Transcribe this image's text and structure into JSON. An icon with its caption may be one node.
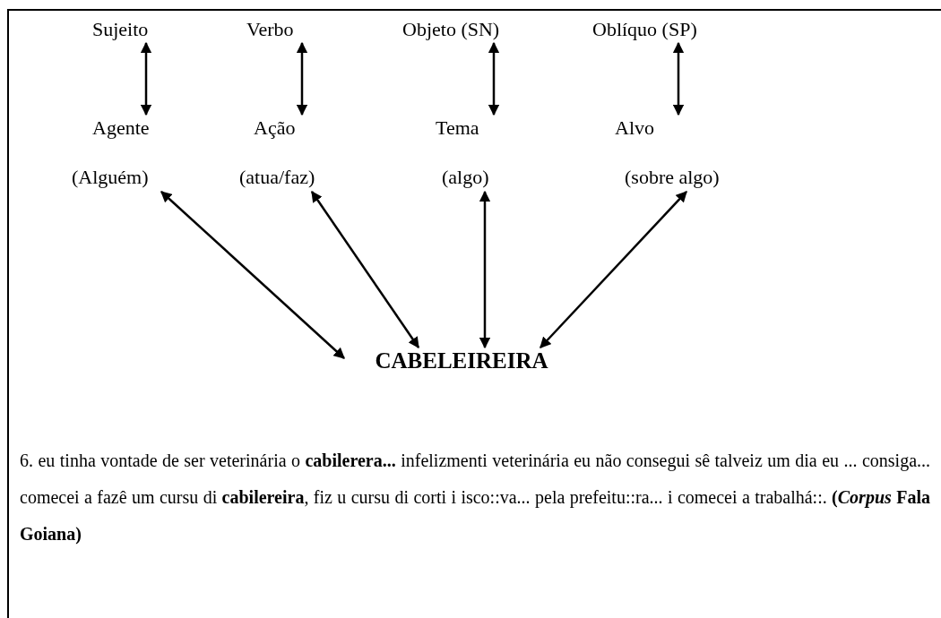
{
  "diagram": {
    "nodes": [
      {
        "text": [
          "Sujeito"
        ]
      },
      {
        "text": [
          "Verbo"
        ]
      },
      {
        "text": [
          "Objeto (SN)"
        ]
      },
      {
        "text": [
          "Oblíquo (SP)"
        ]
      },
      {
        "text": [
          "Agente",
          "(Alguém)"
        ]
      },
      {
        "text": [
          "Ação",
          "(atua/faz)"
        ]
      },
      {
        "text": [
          "Tema",
          "(algo)"
        ]
      },
      {
        "text": [
          "Alvo",
          "(sobre algo)"
        ]
      },
      {
        "text": [
          "CABELEIREIRA"
        ]
      }
    ],
    "edges": [
      {
        "from": 0,
        "to": 4,
        "arrow": "both"
      },
      {
        "from": 1,
        "to": 5,
        "arrow": "both"
      },
      {
        "from": 2,
        "to": 6,
        "arrow": "both"
      },
      {
        "from": 3,
        "to": 7,
        "arrow": "both"
      },
      {
        "from": 4,
        "to": 8,
        "arrow": "both"
      },
      {
        "from": 5,
        "to": 8,
        "arrow": "both"
      },
      {
        "from": 6,
        "to": 8,
        "arrow": "both"
      },
      {
        "from": 7,
        "to": 8,
        "arrow": "both"
      }
    ],
    "labels": [
      "6. eu tinha vontade de ser veterinária o **cabilerera...** infelizmenti veterinária eu não consegui sê talveiz um dia eu ... consiga... comecei a fazê um cursu di **cabilereira**, fiz u cursu di corti i isco::va... pela prefeitu::ra... i comecei a trabalhá::. **(*Corpus* Fala Goiana)**"
    ]
  }
}
